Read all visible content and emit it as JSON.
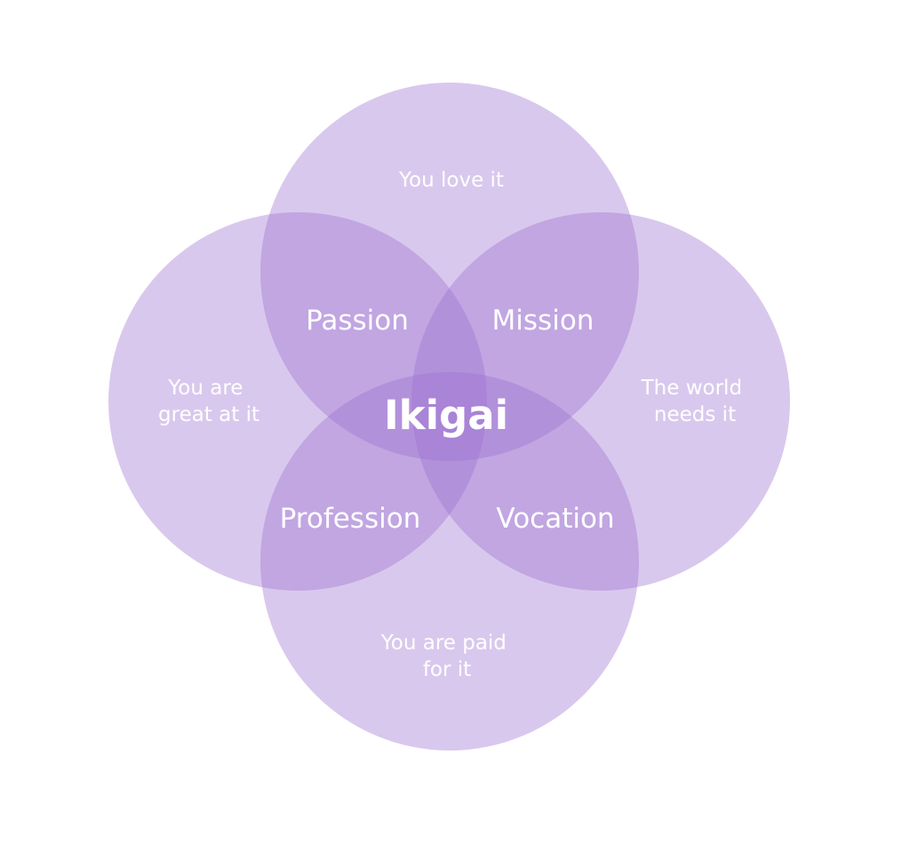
{
  "diagram": {
    "circles": {
      "top": {
        "line1": "You love it"
      },
      "left": {
        "line1": "You are",
        "line2": "great at it"
      },
      "right": {
        "line1": "The world",
        "line2": "needs it"
      },
      "bottom": {
        "line1": "You are paid",
        "line2": "for it"
      }
    },
    "overlaps": {
      "top_left": "Passion",
      "top_right": "Mission",
      "bottom_left": "Profession",
      "bottom_right": "Vocation"
    },
    "center": "Ikigai",
    "colors": {
      "circle_fill": "#9b6fcf",
      "background": "#ffffff",
      "text": "#ffffff"
    }
  }
}
